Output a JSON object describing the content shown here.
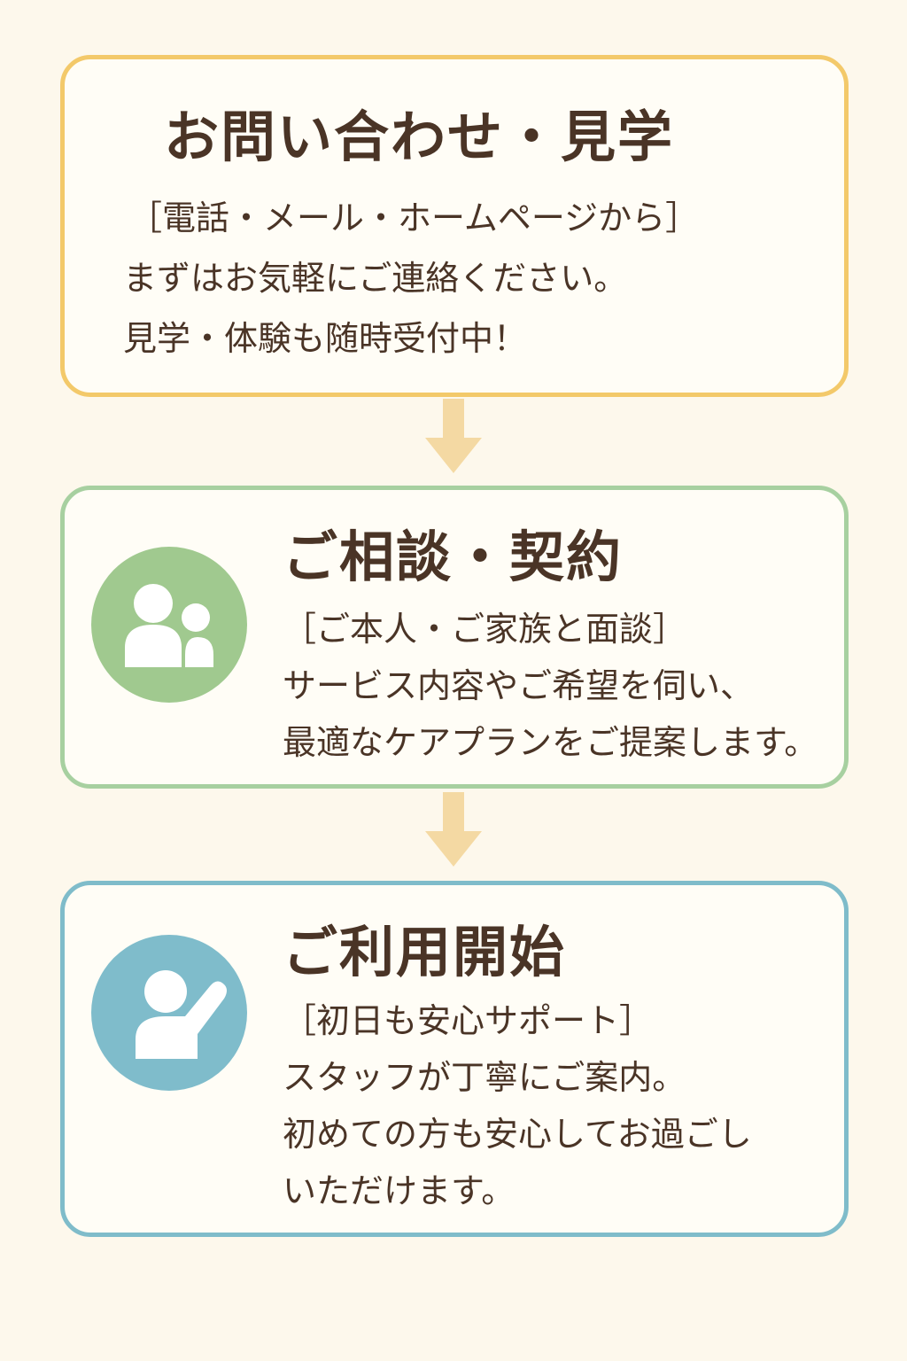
{
  "steps": [
    {
      "title": "お問い合わせ・見学",
      "subtitle": "［電話・メール・ホームページから］",
      "lines": [
        "まずはお気軽にご連絡ください。",
        "見学・体験も随時受付中！"
      ],
      "border_color": "#f3c96a"
    },
    {
      "title": "ご相談・契約",
      "subtitle": "［ご本人・ご家族と面談］",
      "lines": [
        "サービス内容やご希望を伺い、",
        "最適なケアプランをご提案します。"
      ],
      "icon": "people-icon",
      "icon_color": "#a0c98f",
      "border_color": "#a7d0a0"
    },
    {
      "title": "ご利用開始",
      "subtitle": "［初日も安心サポート］",
      "lines": [
        "スタッフが丁寧にご案内。",
        "初めての方も安心してお過ごし",
        "いただけます。"
      ],
      "icon": "staff-guide-icon",
      "icon_color": "#7fbccb",
      "border_color": "#7fbcca"
    }
  ],
  "arrow_color": "#f4d9a3",
  "background": "#fdf8ec"
}
